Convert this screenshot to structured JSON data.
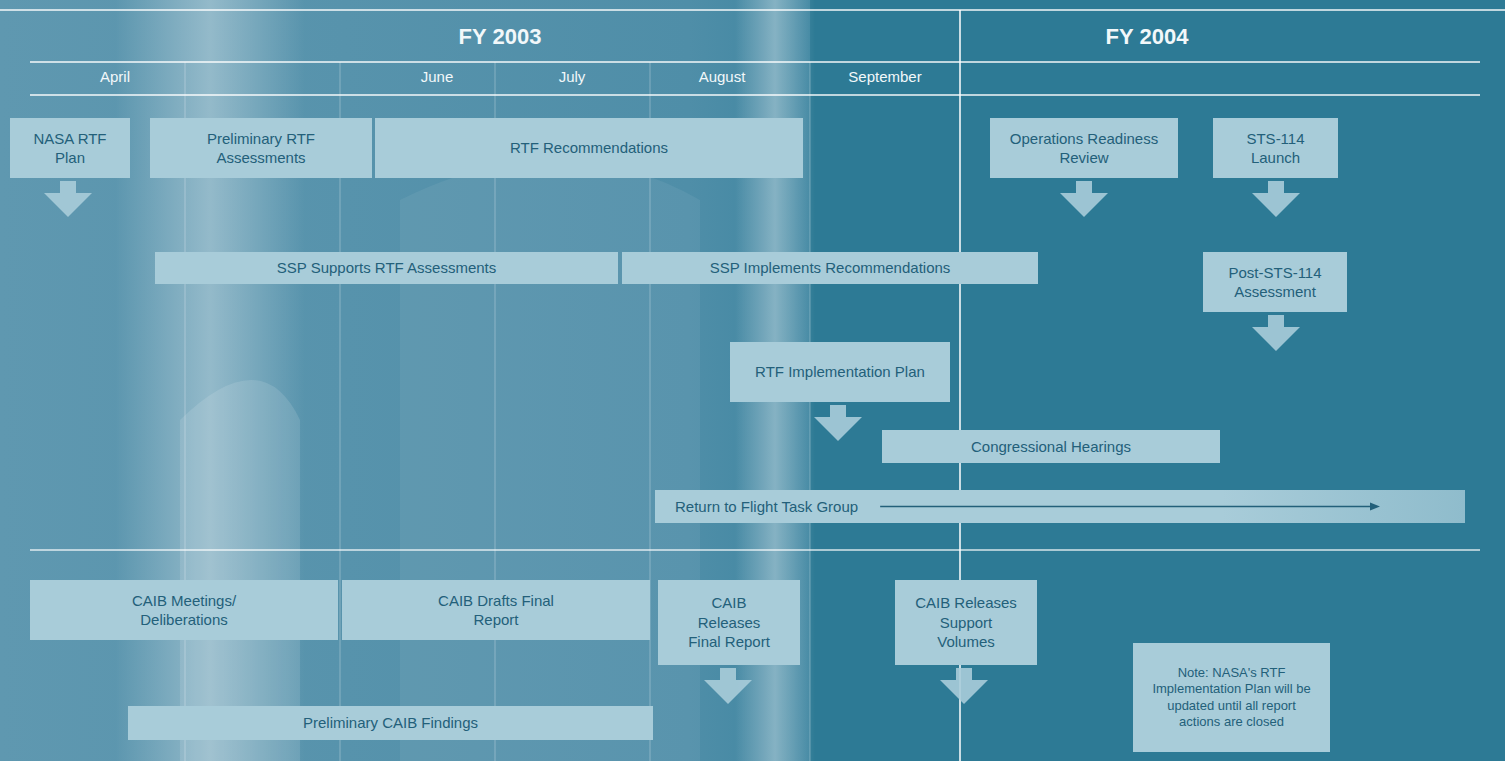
{
  "diagram": {
    "nodes": [
      {
        "text": [
          "NASA RTF Plan"
        ]
      },
      {
        "text": [
          "Preliminary RTF Assessments"
        ]
      },
      {
        "text": [
          "RTF Recommendations"
        ]
      },
      {
        "text": [
          "Operations Readiness Review"
        ]
      },
      {
        "text": [
          "STS-114 Launch"
        ]
      },
      {
        "text": [
          "SSP Supports RTF Assessments"
        ]
      },
      {
        "text": [
          "SSP Implements Recommendations"
        ]
      },
      {
        "text": [
          "Post-STS-114 Assessment"
        ]
      },
      {
        "text": [
          "RTF Implementation Plan"
        ]
      },
      {
        "text": [
          "Congressional Hearings"
        ]
      },
      {
        "text": [
          "Return to Flight Task Group"
        ]
      },
      {
        "text": [
          "CAIB Meetings/ Deliberations"
        ]
      },
      {
        "text": [
          "CAIB Drafts Final Report"
        ]
      },
      {
        "text": [
          "CAIB Releases Final Report"
        ]
      },
      {
        "text": [
          "CAIB Releases Support Volumes"
        ]
      },
      {
        "text": [
          "Note: NASA's RTF Implementation Plan will be updated until all report actions are closed"
        ]
      },
      {
        "text": [
          "Preliminary CAIB Findings"
        ]
      }
    ],
    "labels": [
      "FY 2003",
      "FY 2004",
      "April",
      "June",
      "July",
      "August",
      "September"
    ]
  }
}
